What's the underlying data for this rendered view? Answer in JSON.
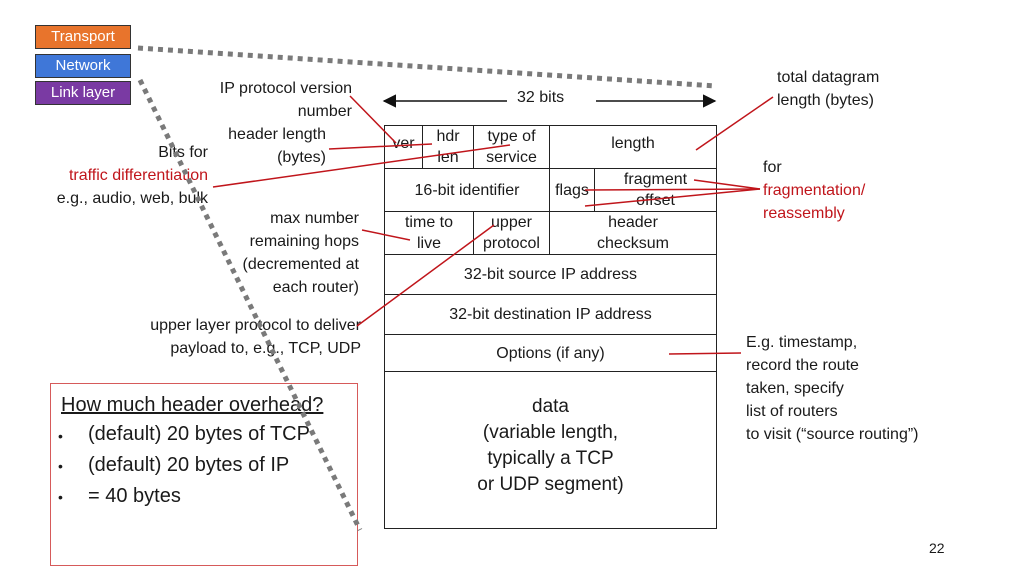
{
  "layers": {
    "transport": "Transport",
    "network": "Network",
    "link": "Link layer"
  },
  "colors": {
    "transport": "#e8742c",
    "network": "#3f77d8",
    "link": "#7a3aa3",
    "annotation_red": "#c0151b"
  },
  "labels": {
    "ip_version_1": "IP protocol version",
    "ip_version_2": "number",
    "header_length_1": "header length",
    "header_length_2": "(bytes)",
    "bits_for": "Bits for",
    "traffic_diff": "traffic differentiation",
    "traffic_eg": "e.g., audio, web, bulk",
    "max_number_1": "max number",
    "max_number_2": "remaining hops",
    "max_number_3": "(decremented at",
    "max_number_4": "each router)",
    "upper_layer_1": "upper layer protocol to deliver",
    "upper_layer_2": "payload to, e.g., TCP, UDP",
    "bits32": "32 bits",
    "total_datagram_1": "total datagram",
    "total_datagram_2": "length (bytes)",
    "for": "for",
    "fragmentation": "fragmentation/",
    "reassembly": "reassembly",
    "eg_1": "E.g. timestamp,",
    "eg_2": "record the route",
    "eg_3": "taken, specify",
    "eg_4": "list of routers",
    "eg_5": "to visit (“source routing”)"
  },
  "header_fields": {
    "ver": "ver",
    "hdr_1": "hdr",
    "hdr_2": "len",
    "tos_1": "type of",
    "tos_2": "service",
    "length": "length",
    "identifier": "16-bit identifier",
    "flags": "flags",
    "frag_1": "fragment",
    "frag_2": "offset",
    "ttl_1": "time to",
    "ttl_2": "live",
    "upper_1": "upper",
    "upper_2": "protocol",
    "checksum_1": "header",
    "checksum_2": "checksum",
    "src": "32-bit source IP address",
    "dst": "32-bit destination IP address",
    "options": "Options (if any)",
    "data_1": "data",
    "data_2": "(variable length,",
    "data_3": "typically a TCP",
    "data_4": "or UDP segment)"
  },
  "overhead": {
    "title": "How much header overhead?",
    "items": [
      "(default) 20 bytes of TCP",
      "(default) 20 bytes of IP",
      "= 40 bytes"
    ],
    "bullet": "•"
  },
  "page_number": "22"
}
